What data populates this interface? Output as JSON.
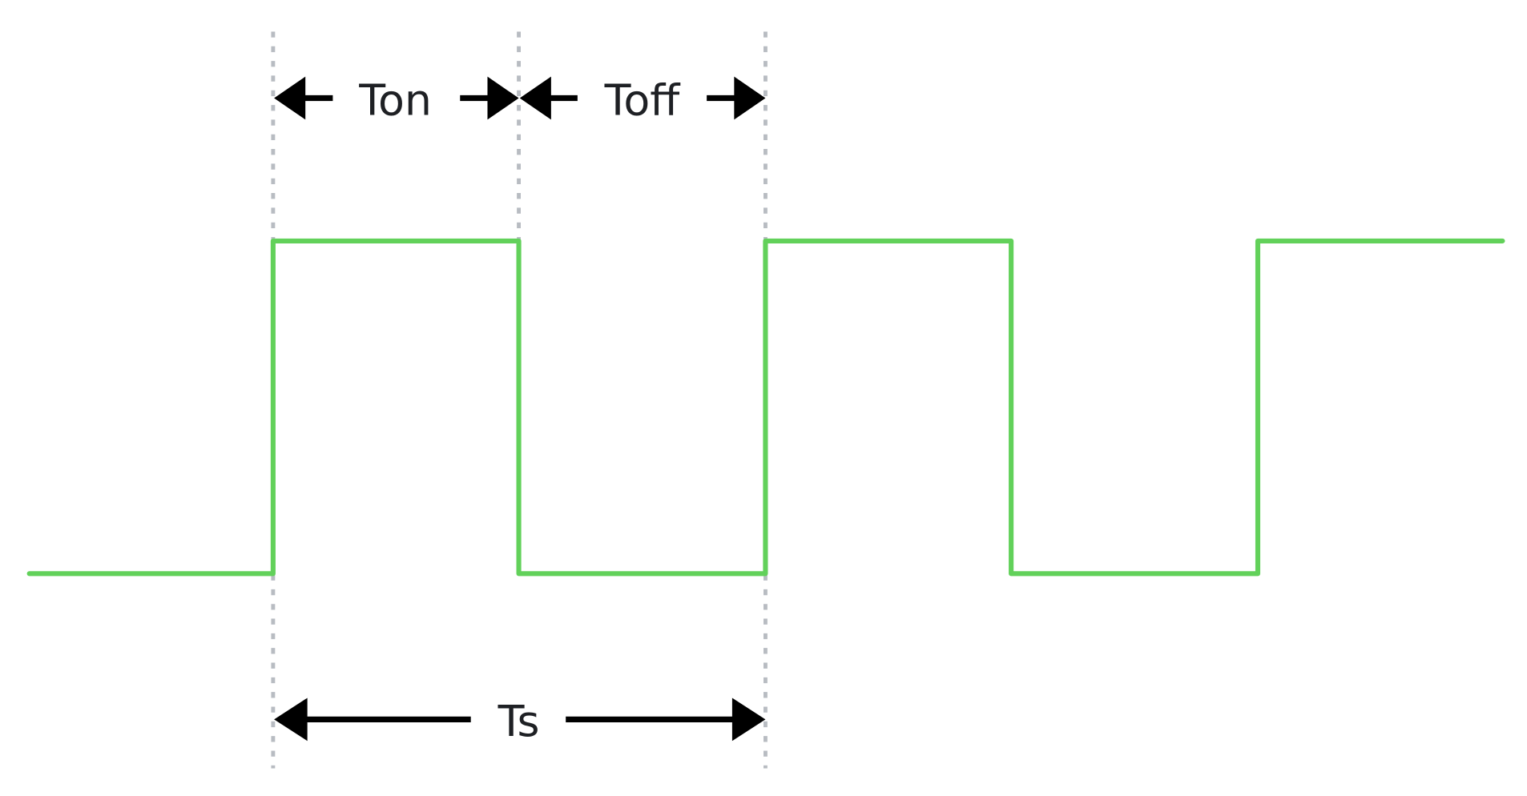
{
  "labels": {
    "on_time": "Ton",
    "off_time": "Toff",
    "period": "Ts"
  },
  "colors": {
    "signal": "#62d15a",
    "guide": "#b8bcc2",
    "arrow": "#000000"
  },
  "signal": {
    "levels": [
      "low",
      "high",
      "low",
      "high",
      "low",
      "high"
    ]
  }
}
